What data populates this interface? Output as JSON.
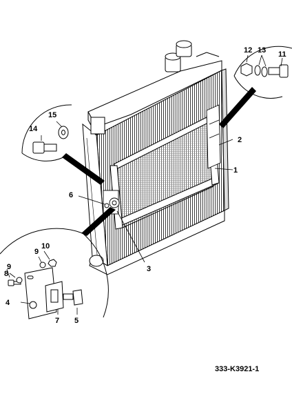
{
  "document_ref": "333-K3921-1",
  "callouts": [
    "1",
    "2",
    "3",
    "4",
    "5",
    "6",
    "7",
    "8",
    "9",
    "9",
    "10",
    "11",
    "12",
    "13",
    "14",
    "15"
  ]
}
